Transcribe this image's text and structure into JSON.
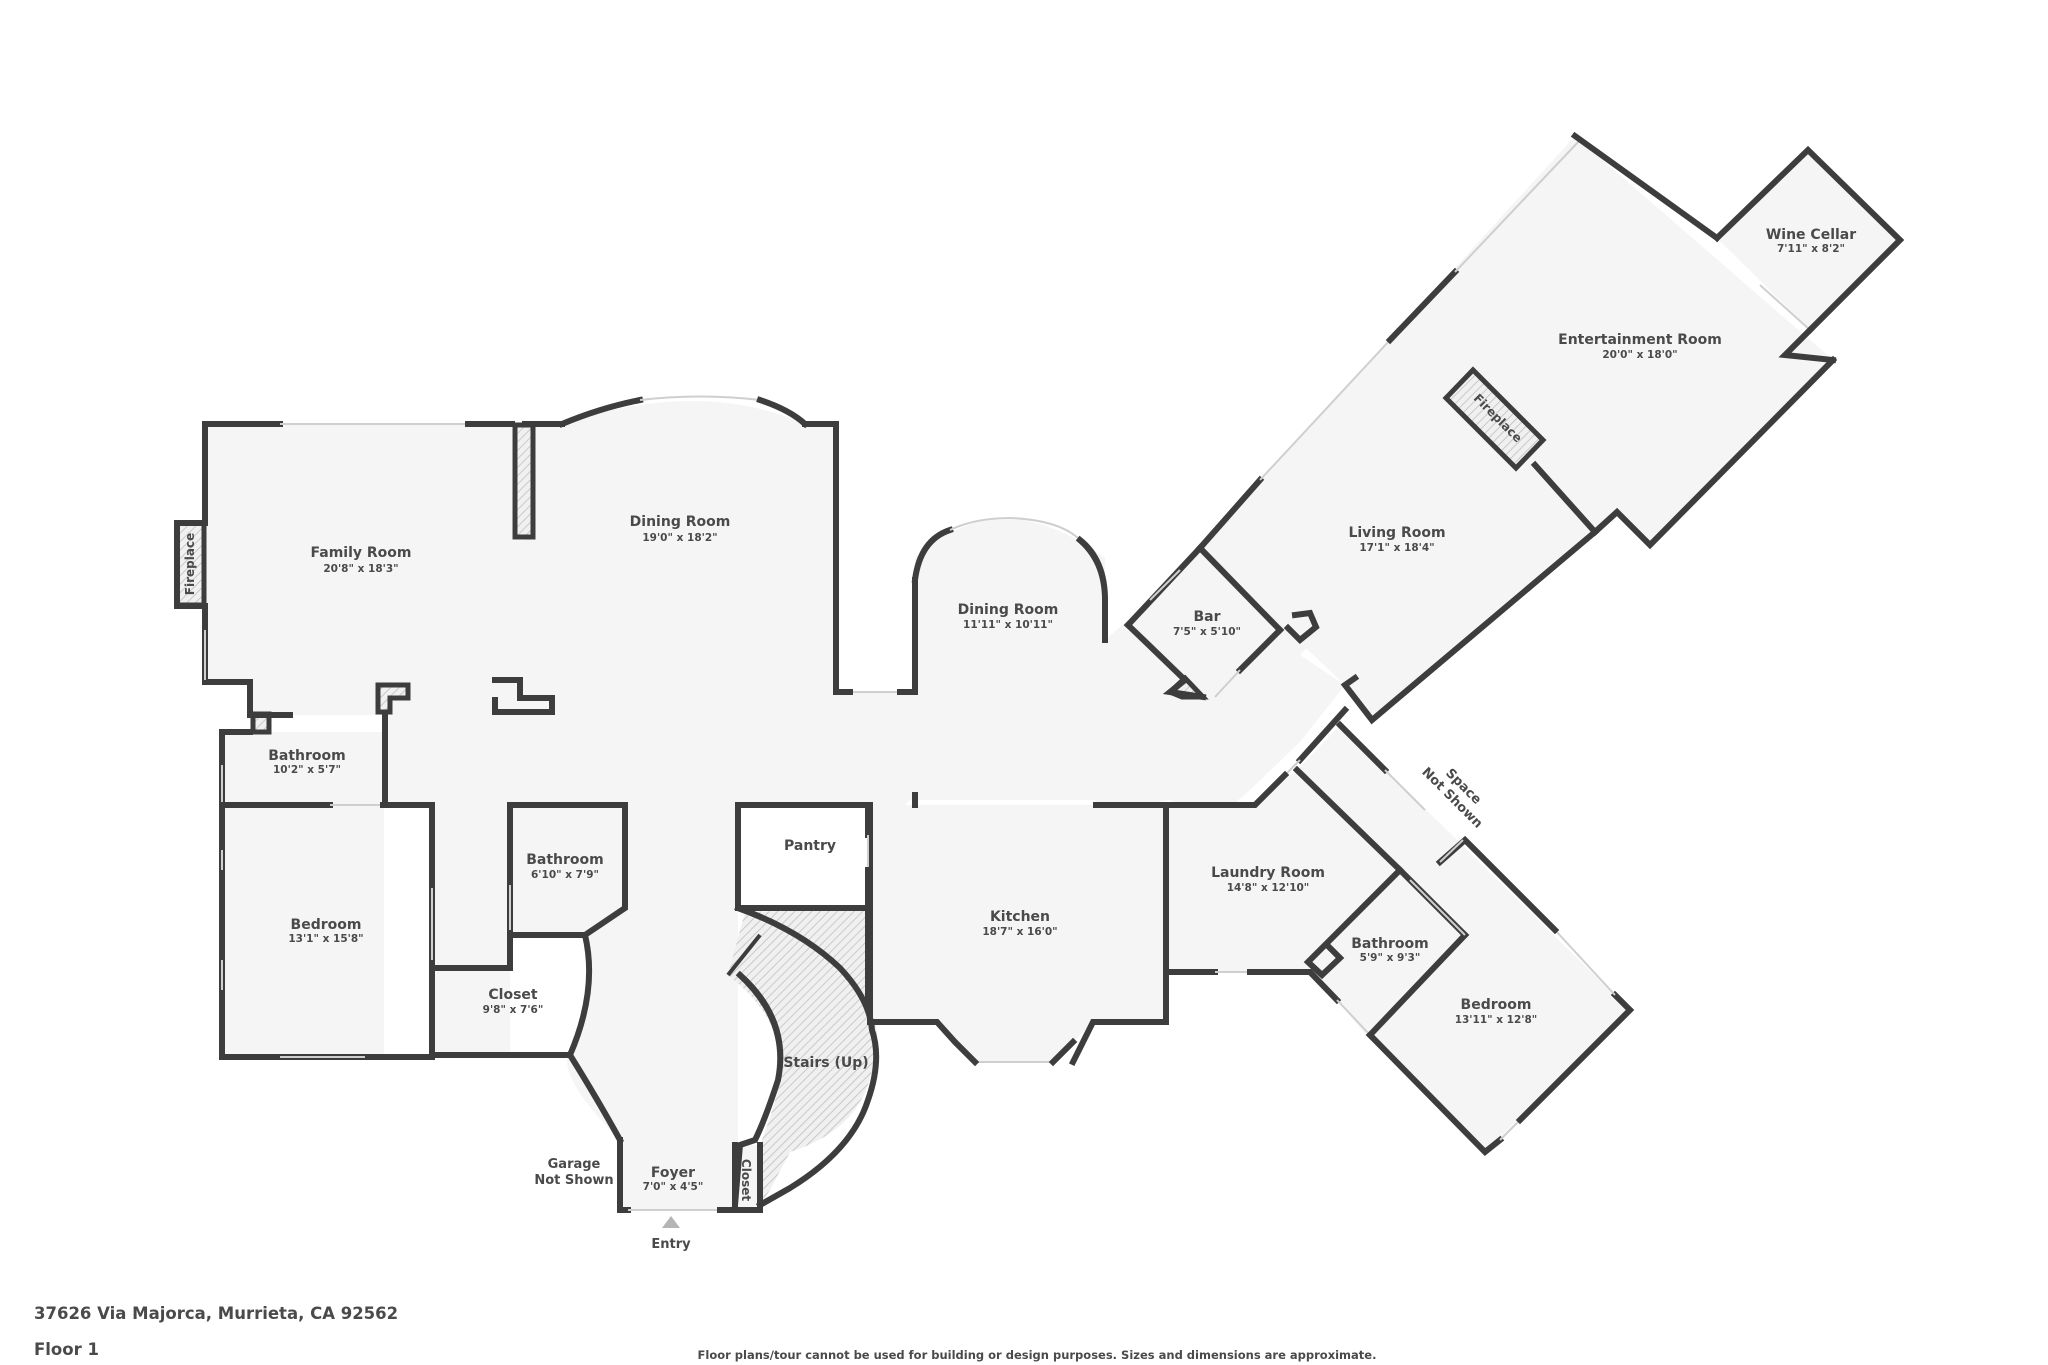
{
  "property": {
    "address": "37626 Via Majorca, Murrieta, CA 92562",
    "floor": "Floor 1",
    "disclaimer": "Floor plans/tour cannot be used for building or design purposes. Sizes and dimensions are approximate."
  },
  "colors": {
    "wall": "#3d3d3d",
    "floor": "#f5f5f5",
    "text": "#4a4a4a",
    "window": "#cfcfcf",
    "entry_marker": "#b5b5b5"
  },
  "rooms": [
    {
      "id": "family-room",
      "name": "Family Room",
      "dims": "20'8\" x 18'3\""
    },
    {
      "id": "dining-room-1",
      "name": "Dining Room",
      "dims": "19'0\" x 18'2\""
    },
    {
      "id": "dining-room-2",
      "name": "Dining Room",
      "dims": "11'11\" x 10'11\""
    },
    {
      "id": "bar",
      "name": "Bar",
      "dims": "7'5\" x 5'10\""
    },
    {
      "id": "living-room",
      "name": "Living Room",
      "dims": "17'1\" x 18'4\""
    },
    {
      "id": "entertainment-room",
      "name": "Entertainment Room",
      "dims": "20'0\" x 18'0\""
    },
    {
      "id": "wine-cellar",
      "name": "Wine Cellar",
      "dims": "7'11\" x 8'2\""
    },
    {
      "id": "bathroom-1",
      "name": "Bathroom",
      "dims": "10'2\" x 5'7\""
    },
    {
      "id": "bedroom-1",
      "name": "Bedroom",
      "dims": "13'1\" x 15'8\""
    },
    {
      "id": "bathroom-2",
      "name": "Bathroom",
      "dims": "6'10\" x 7'9\""
    },
    {
      "id": "closet-1",
      "name": "Closet",
      "dims": "9'8\" x 7'6\""
    },
    {
      "id": "pantry",
      "name": "Pantry",
      "dims": ""
    },
    {
      "id": "kitchen",
      "name": "Kitchen",
      "dims": "18'7\" x 16'0\""
    },
    {
      "id": "stairs",
      "name": "Stairs (Up)",
      "dims": ""
    },
    {
      "id": "foyer",
      "name": "Foyer",
      "dims": "7'0\" x 4'5\""
    },
    {
      "id": "closet-2",
      "name": "Closet",
      "dims": ""
    },
    {
      "id": "laundry-room",
      "name": "Laundry Room",
      "dims": "14'8\" x 12'10\""
    },
    {
      "id": "bathroom-3",
      "name": "Bathroom",
      "dims": "5'9\" x 9'3\""
    },
    {
      "id": "bedroom-2",
      "name": "Bedroom",
      "dims": "13'11\" x 12'8\""
    }
  ],
  "features": {
    "fireplace_1": "Fireplace",
    "fireplace_2": "Fireplace"
  },
  "notes": {
    "garage_line1": "Garage",
    "garage_line2": "Not Shown",
    "space_line1": "Space",
    "space_line2": "Not Shown",
    "entry": "Entry"
  }
}
